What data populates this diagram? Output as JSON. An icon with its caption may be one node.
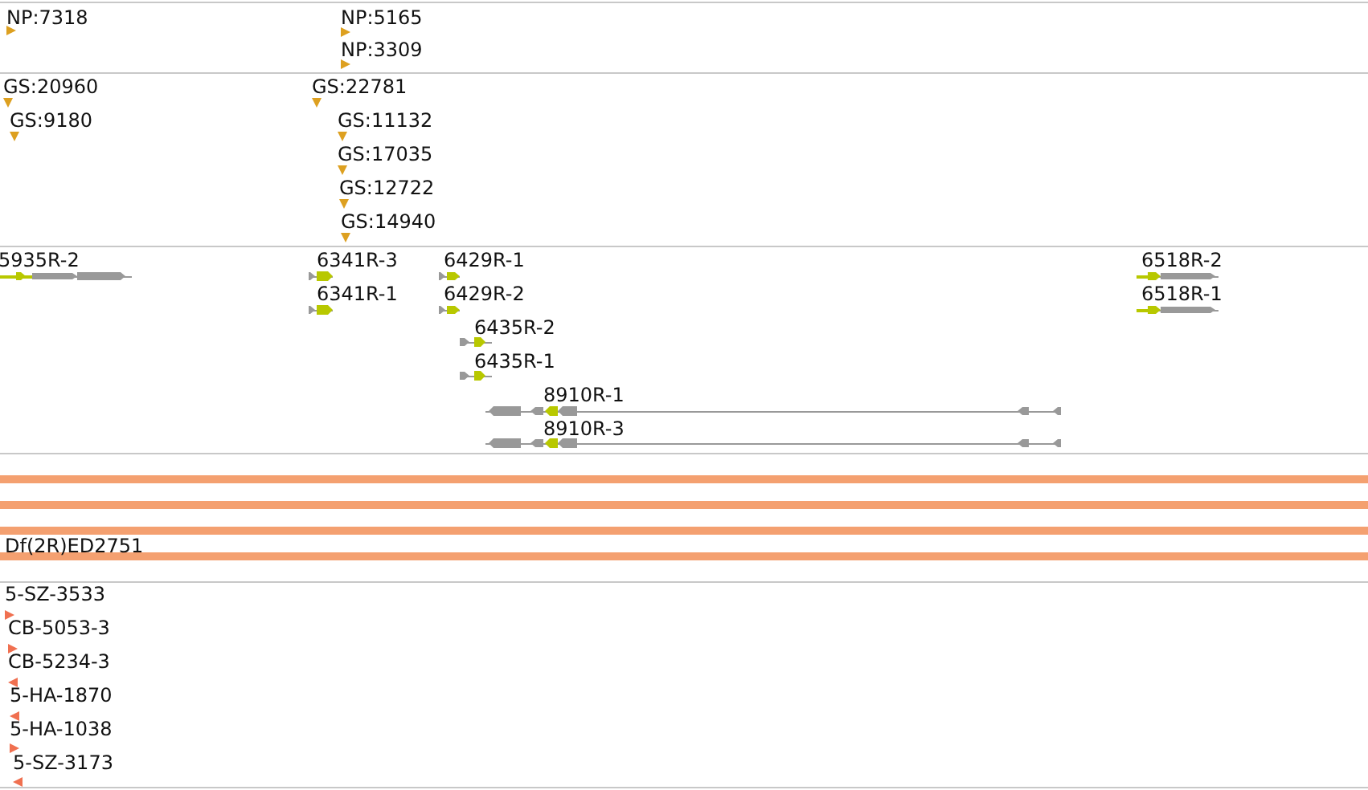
{
  "diagram": {
    "labels": [
      "NP:7318",
      "NP:5165",
      "NP:3309",
      "GS:20960",
      "GS:22781",
      "GS:9180",
      "GS:11132",
      "GS:17035",
      "GS:12722",
      "GS:14940",
      "5935R-2",
      "6341R-3",
      "6429R-1",
      "6518R-2",
      "6341R-1",
      "6429R-2",
      "6518R-1",
      "6435R-2",
      "6435R-1",
      "8910R-1",
      "8910R-3",
      "Df(2R)ED2751",
      "5-SZ-3533",
      "CB-5053-3",
      "CB-5234-3",
      "5-HA-1870",
      "5-HA-1038",
      "5-SZ-3173"
    ]
  }
}
